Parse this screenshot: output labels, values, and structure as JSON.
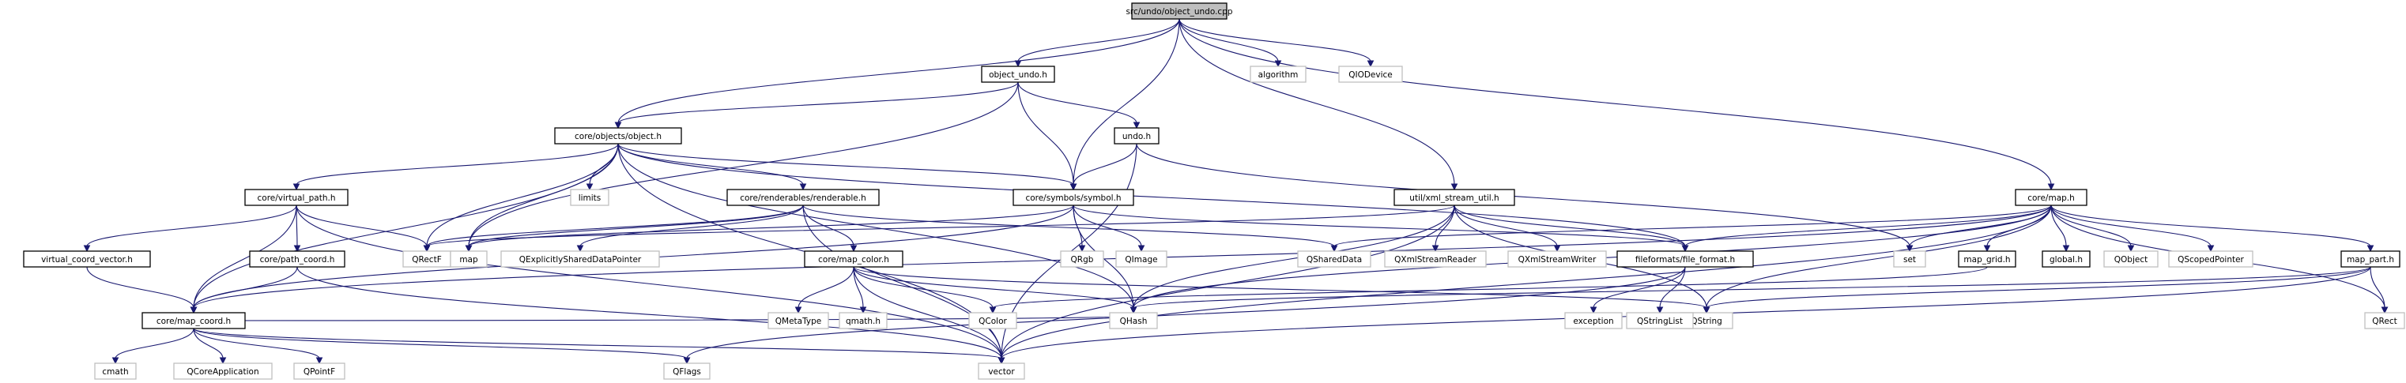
{
  "graph": {
    "root": "src/undo/object_undo.cpp",
    "colors": {
      "edge": "#191970",
      "root_fill": "#bfbfbf",
      "node_border": "#000000",
      "external_border": "#bfbfbf",
      "text": "#000000"
    },
    "nodes": [
      {
        "id": "root",
        "label": "src/undo/object_undo.cpp",
        "kind": "root"
      },
      {
        "id": "object_undo_h",
        "label": "object_undo.h",
        "kind": "header"
      },
      {
        "id": "algorithm",
        "label": "algorithm",
        "kind": "external"
      },
      {
        "id": "QIODevice",
        "label": "QIODevice",
        "kind": "external"
      },
      {
        "id": "object_h",
        "label": "core/objects/object.h",
        "kind": "header"
      },
      {
        "id": "undo_h",
        "label": "undo.h",
        "kind": "header"
      },
      {
        "id": "virtual_path_h",
        "label": "core/virtual_path.h",
        "kind": "header"
      },
      {
        "id": "limits",
        "label": "limits",
        "kind": "external"
      },
      {
        "id": "renderable_h",
        "label": "core/renderables/renderable.h",
        "kind": "header"
      },
      {
        "id": "symbol_h",
        "label": "core/symbols/symbol.h",
        "kind": "header"
      },
      {
        "id": "xml_stream_util_h",
        "label": "util/xml_stream_util.h",
        "kind": "header"
      },
      {
        "id": "map_h",
        "label": "core/map.h",
        "kind": "header"
      },
      {
        "id": "virtual_coord_vector_h",
        "label": "virtual_coord_vector.h",
        "kind": "header"
      },
      {
        "id": "QRectF",
        "label": "QRectF",
        "kind": "external"
      },
      {
        "id": "path_coord_h",
        "label": "core/path_coord.h",
        "kind": "header"
      },
      {
        "id": "map",
        "label": "map",
        "kind": "external"
      },
      {
        "id": "QExplicitlySharedDataPointer",
        "label": "QExplicitlySharedDataPointer",
        "kind": "external"
      },
      {
        "id": "map_color_h",
        "label": "core/map_color.h",
        "kind": "header"
      },
      {
        "id": "QRgb",
        "label": "QRgb",
        "kind": "external"
      },
      {
        "id": "QImage",
        "label": "QImage",
        "kind": "external"
      },
      {
        "id": "QSharedData",
        "label": "QSharedData",
        "kind": "external"
      },
      {
        "id": "QXmlStreamReader",
        "label": "QXmlStreamReader",
        "kind": "external"
      },
      {
        "id": "QXmlStreamWriter",
        "label": "QXmlStreamWriter",
        "kind": "external"
      },
      {
        "id": "file_format_h",
        "label": "fileformats/file_format.h",
        "kind": "header"
      },
      {
        "id": "set",
        "label": "set",
        "kind": "external"
      },
      {
        "id": "map_grid_h",
        "label": "map_grid.h",
        "kind": "header"
      },
      {
        "id": "global_h",
        "label": "global.h",
        "kind": "header"
      },
      {
        "id": "QObject",
        "label": "QObject",
        "kind": "external"
      },
      {
        "id": "QScopedPointer",
        "label": "QScopedPointer",
        "kind": "external"
      },
      {
        "id": "map_part_h",
        "label": "map_part.h",
        "kind": "header"
      },
      {
        "id": "map_coord_h",
        "label": "core/map_coord.h",
        "kind": "header"
      },
      {
        "id": "QMetaType",
        "label": "QMetaType",
        "kind": "external"
      },
      {
        "id": "qmath_h",
        "label": "qmath.h",
        "kind": "external"
      },
      {
        "id": "QColor",
        "label": "QColor",
        "kind": "external"
      },
      {
        "id": "QHash",
        "label": "QHash",
        "kind": "external"
      },
      {
        "id": "QString",
        "label": "QString",
        "kind": "external"
      },
      {
        "id": "exception",
        "label": "exception",
        "kind": "external"
      },
      {
        "id": "QStringList",
        "label": "QStringList",
        "kind": "external"
      },
      {
        "id": "QRect",
        "label": "QRect",
        "kind": "external"
      },
      {
        "id": "cmath",
        "label": "cmath",
        "kind": "external"
      },
      {
        "id": "QCoreApplication",
        "label": "QCoreApplication",
        "kind": "external"
      },
      {
        "id": "QPointF",
        "label": "QPointF",
        "kind": "external"
      },
      {
        "id": "QFlags",
        "label": "QFlags",
        "kind": "external"
      },
      {
        "id": "vector",
        "label": "vector",
        "kind": "external"
      }
    ],
    "edges": [
      [
        "root",
        "object_undo_h"
      ],
      [
        "root",
        "algorithm"
      ],
      [
        "root",
        "QIODevice"
      ],
      [
        "root",
        "object_h"
      ],
      [
        "root",
        "symbol_h"
      ],
      [
        "root",
        "xml_stream_util_h"
      ],
      [
        "root",
        "map_h"
      ],
      [
        "object_undo_h",
        "object_h"
      ],
      [
        "object_undo_h",
        "undo_h"
      ],
      [
        "object_undo_h",
        "symbol_h"
      ],
      [
        "object_undo_h",
        "map"
      ],
      [
        "undo_h",
        "symbol_h"
      ],
      [
        "undo_h",
        "vector"
      ],
      [
        "undo_h",
        "set"
      ],
      [
        "object_h",
        "virtual_path_h"
      ],
      [
        "object_h",
        "limits"
      ],
      [
        "object_h",
        "renderable_h"
      ],
      [
        "object_h",
        "symbol_h"
      ],
      [
        "object_h",
        "QRectF"
      ],
      [
        "object_h",
        "map"
      ],
      [
        "object_h",
        "map_coord_h"
      ],
      [
        "object_h",
        "file_format_h"
      ],
      [
        "object_h",
        "QHash"
      ],
      [
        "object_h",
        "vector"
      ],
      [
        "virtual_path_h",
        "virtual_coord_vector_h"
      ],
      [
        "virtual_path_h",
        "path_coord_h"
      ],
      [
        "virtual_path_h",
        "QRectF"
      ],
      [
        "virtual_path_h",
        "map_coord_h"
      ],
      [
        "virtual_path_h",
        "vector"
      ],
      [
        "virtual_coord_vector_h",
        "map_coord_h"
      ],
      [
        "path_coord_h",
        "map_coord_h"
      ],
      [
        "path_coord_h",
        "vector"
      ],
      [
        "renderable_h",
        "map_color_h"
      ],
      [
        "renderable_h",
        "QRectF"
      ],
      [
        "renderable_h",
        "map"
      ],
      [
        "renderable_h",
        "QExplicitlySharedDataPointer"
      ],
      [
        "renderable_h",
        "QSharedData"
      ],
      [
        "renderable_h",
        "vector"
      ],
      [
        "symbol_h",
        "QRgb"
      ],
      [
        "symbol_h",
        "QImage"
      ],
      [
        "symbol_h",
        "map_coord_h"
      ],
      [
        "symbol_h",
        "QHash"
      ],
      [
        "symbol_h",
        "file_format_h"
      ],
      [
        "symbol_h",
        "map"
      ],
      [
        "xml_stream_util_h",
        "QXmlStreamReader"
      ],
      [
        "xml_stream_util_h",
        "QXmlStreamWriter"
      ],
      [
        "xml_stream_util_h",
        "QHash"
      ],
      [
        "xml_stream_util_h",
        "file_format_h"
      ],
      [
        "xml_stream_util_h",
        "QRectF"
      ],
      [
        "xml_stream_util_h",
        "QString"
      ],
      [
        "xml_stream_util_h",
        "vector"
      ],
      [
        "map_h",
        "map_grid_h"
      ],
      [
        "map_h",
        "global_h"
      ],
      [
        "map_h",
        "QObject"
      ],
      [
        "map_h",
        "QScopedPointer"
      ],
      [
        "map_h",
        "map_part_h"
      ],
      [
        "map_h",
        "set"
      ],
      [
        "map_h",
        "QSharedData"
      ],
      [
        "map_h",
        "file_format_h"
      ],
      [
        "map_h",
        "map_coord_h"
      ],
      [
        "map_h",
        "QHash"
      ],
      [
        "map_h",
        "QString"
      ],
      [
        "map_h",
        "QRect"
      ],
      [
        "map_h",
        "vector"
      ],
      [
        "map_color_h",
        "QMetaType"
      ],
      [
        "map_color_h",
        "qmath_h"
      ],
      [
        "map_color_h",
        "QColor"
      ],
      [
        "map_color_h",
        "QHash"
      ],
      [
        "map_color_h",
        "QString"
      ],
      [
        "map_color_h",
        "vector"
      ],
      [
        "file_format_h",
        "exception"
      ],
      [
        "file_format_h",
        "QStringList"
      ],
      [
        "file_format_h",
        "QFlags"
      ],
      [
        "map_grid_h",
        "QColor"
      ],
      [
        "map_part_h",
        "QHash"
      ],
      [
        "map_part_h",
        "QString"
      ],
      [
        "map_part_h",
        "QRect"
      ],
      [
        "map_part_h",
        "vector"
      ],
      [
        "map_coord_h",
        "cmath"
      ],
      [
        "map_coord_h",
        "QCoreApplication"
      ],
      [
        "map_coord_h",
        "QPointF"
      ],
      [
        "map_coord_h",
        "QFlags"
      ],
      [
        "map_coord_h",
        "vector"
      ],
      [
        "map_coord_h",
        "QHash"
      ]
    ]
  }
}
